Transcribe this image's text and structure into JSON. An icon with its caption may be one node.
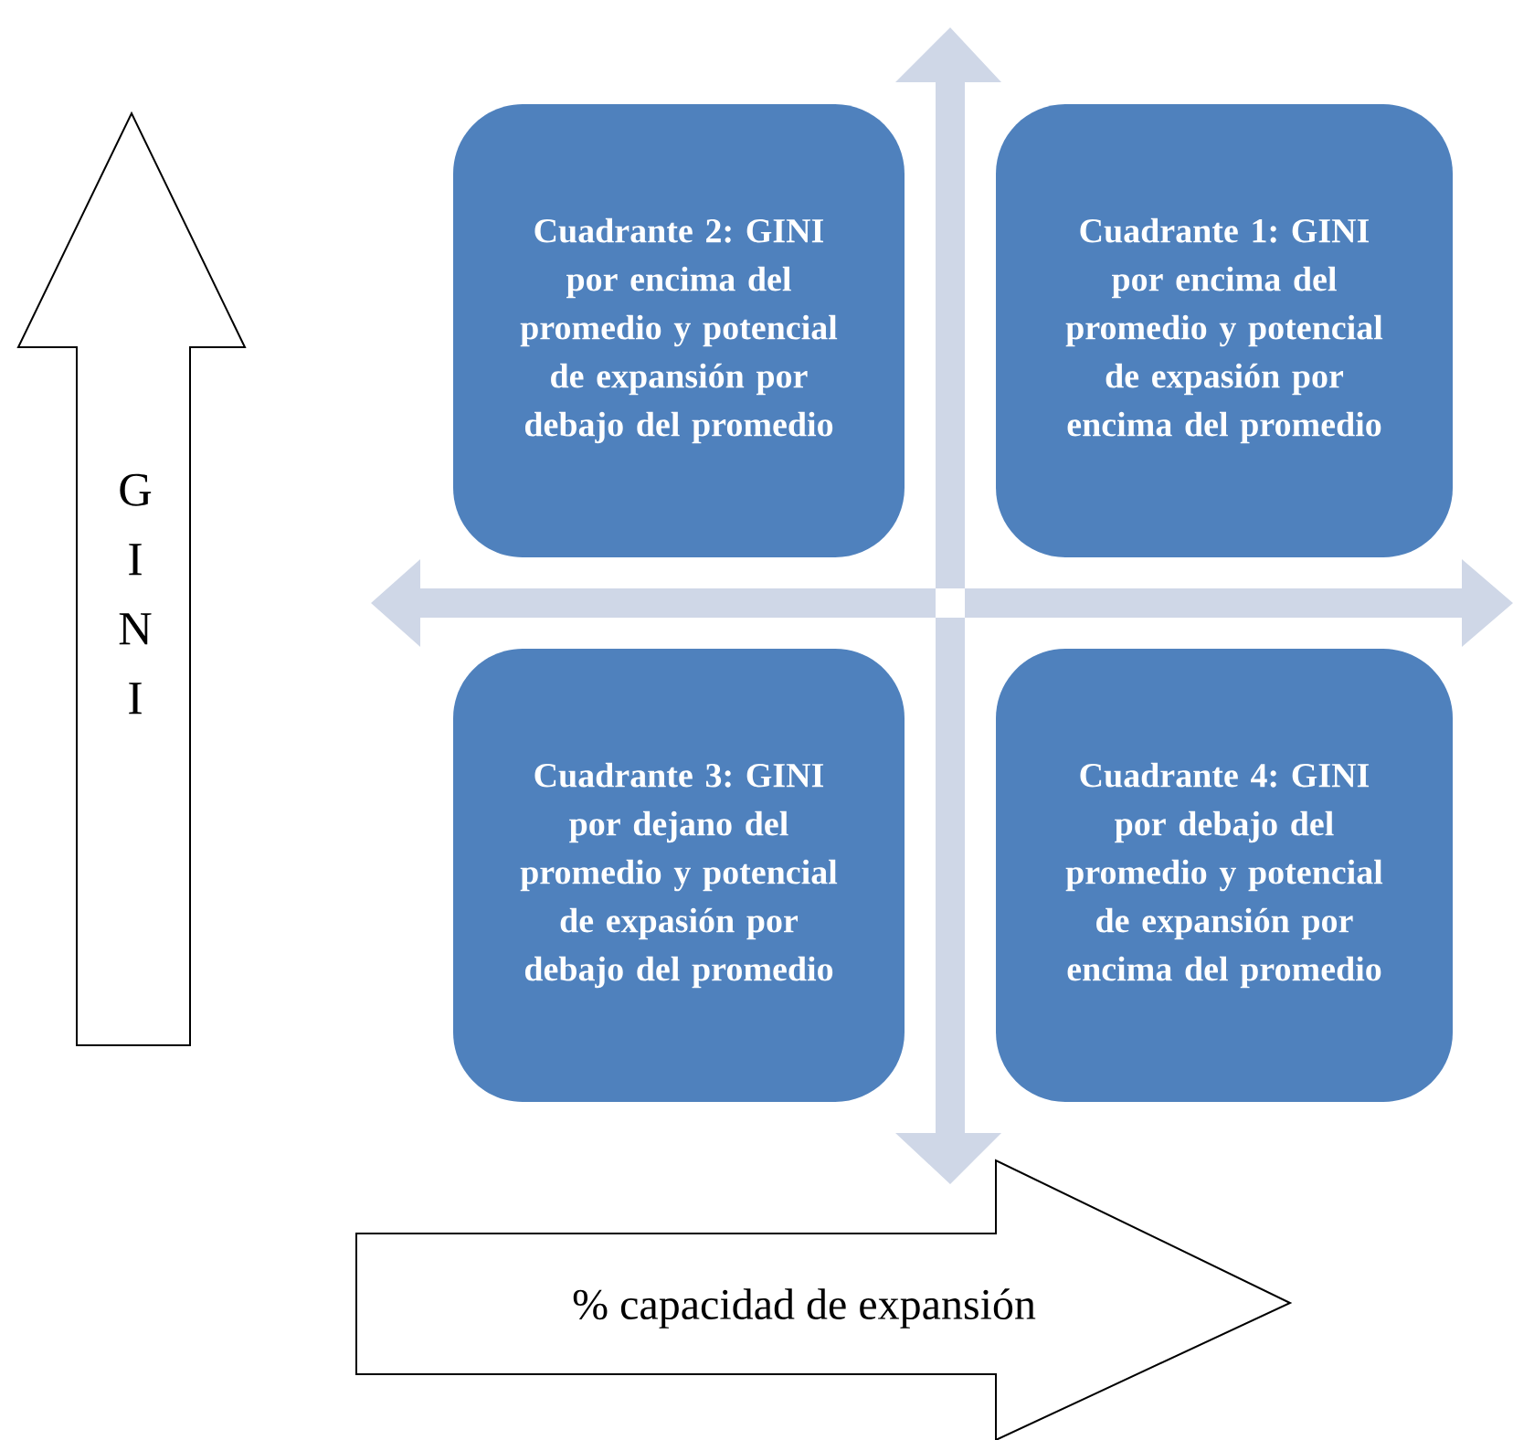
{
  "diagram": {
    "nodes": [
      {
        "text": [
          "Cuadrante 2: GINI por encima del promedio y potencial de expansión por debajo del promedio"
        ]
      },
      {
        "text": [
          "Cuadrante 1: GINI por encima del promedio y potencial de expasión por encima del promedio"
        ]
      },
      {
        "text": [
          "Cuadrante 3: GINI por dejano del promedio y potencial de expasión por debajo del promedio"
        ]
      },
      {
        "text": [
          "Cuadrante 4: GINI por debajo del promedio y potencial de expansión por encima del promedio"
        ]
      },
      {
        "text": [
          "G I N I"
        ]
      },
      {
        "text": [
          "% capacidad de expansión"
        ]
      }
    ]
  }
}
